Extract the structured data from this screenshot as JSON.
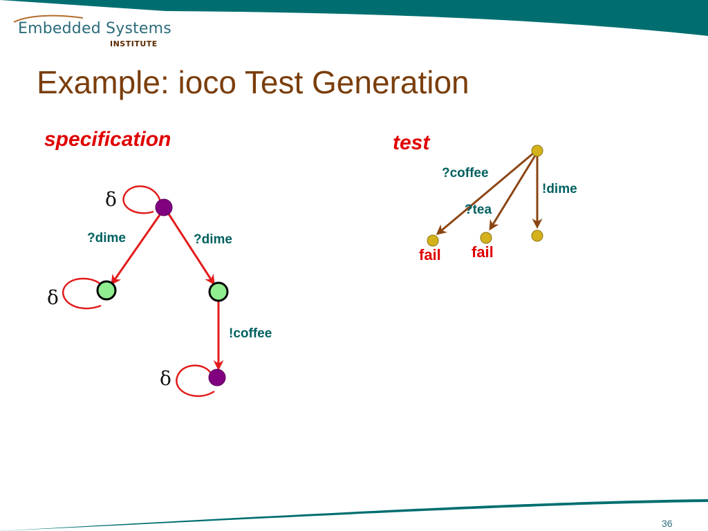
{
  "logo": {
    "line1": "Embedded Systems",
    "line2": "INSTITUTE"
  },
  "title": "Example: ioco Test Generation",
  "page_number": "36",
  "specification": {
    "heading": "specification",
    "edges": [
      {
        "from": "s0",
        "to": "s1",
        "label": "?dime"
      },
      {
        "from": "s0",
        "to": "s2",
        "label": "?dime"
      },
      {
        "from": "s2",
        "to": "s3",
        "label": "!coffee"
      }
    ],
    "self_loops": [
      {
        "state": "s0",
        "label": "δ"
      },
      {
        "state": "s1",
        "label": "δ"
      },
      {
        "state": "s3",
        "label": "δ"
      }
    ]
  },
  "test": {
    "heading": "test",
    "edges": [
      {
        "from": "t0",
        "to": "t1",
        "label": "?coffee"
      },
      {
        "from": "t0",
        "to": "t2",
        "label": "?tea"
      },
      {
        "from": "t0",
        "to": "t3",
        "label": "!dime"
      }
    ],
    "verdicts": [
      {
        "state": "t1",
        "label": "fail"
      },
      {
        "state": "t2",
        "label": "fail"
      }
    ]
  },
  "colors": {
    "teal": "#006e70",
    "title_brown": "#7a3e0c",
    "spec_edge": "#e31b1b",
    "test_edge": "#8b4513",
    "state_purple": "#800080",
    "state_green": "#90ee90",
    "state_gold": "#d4b21c",
    "label_teal": "#006060",
    "heading_red": "#e00000"
  }
}
